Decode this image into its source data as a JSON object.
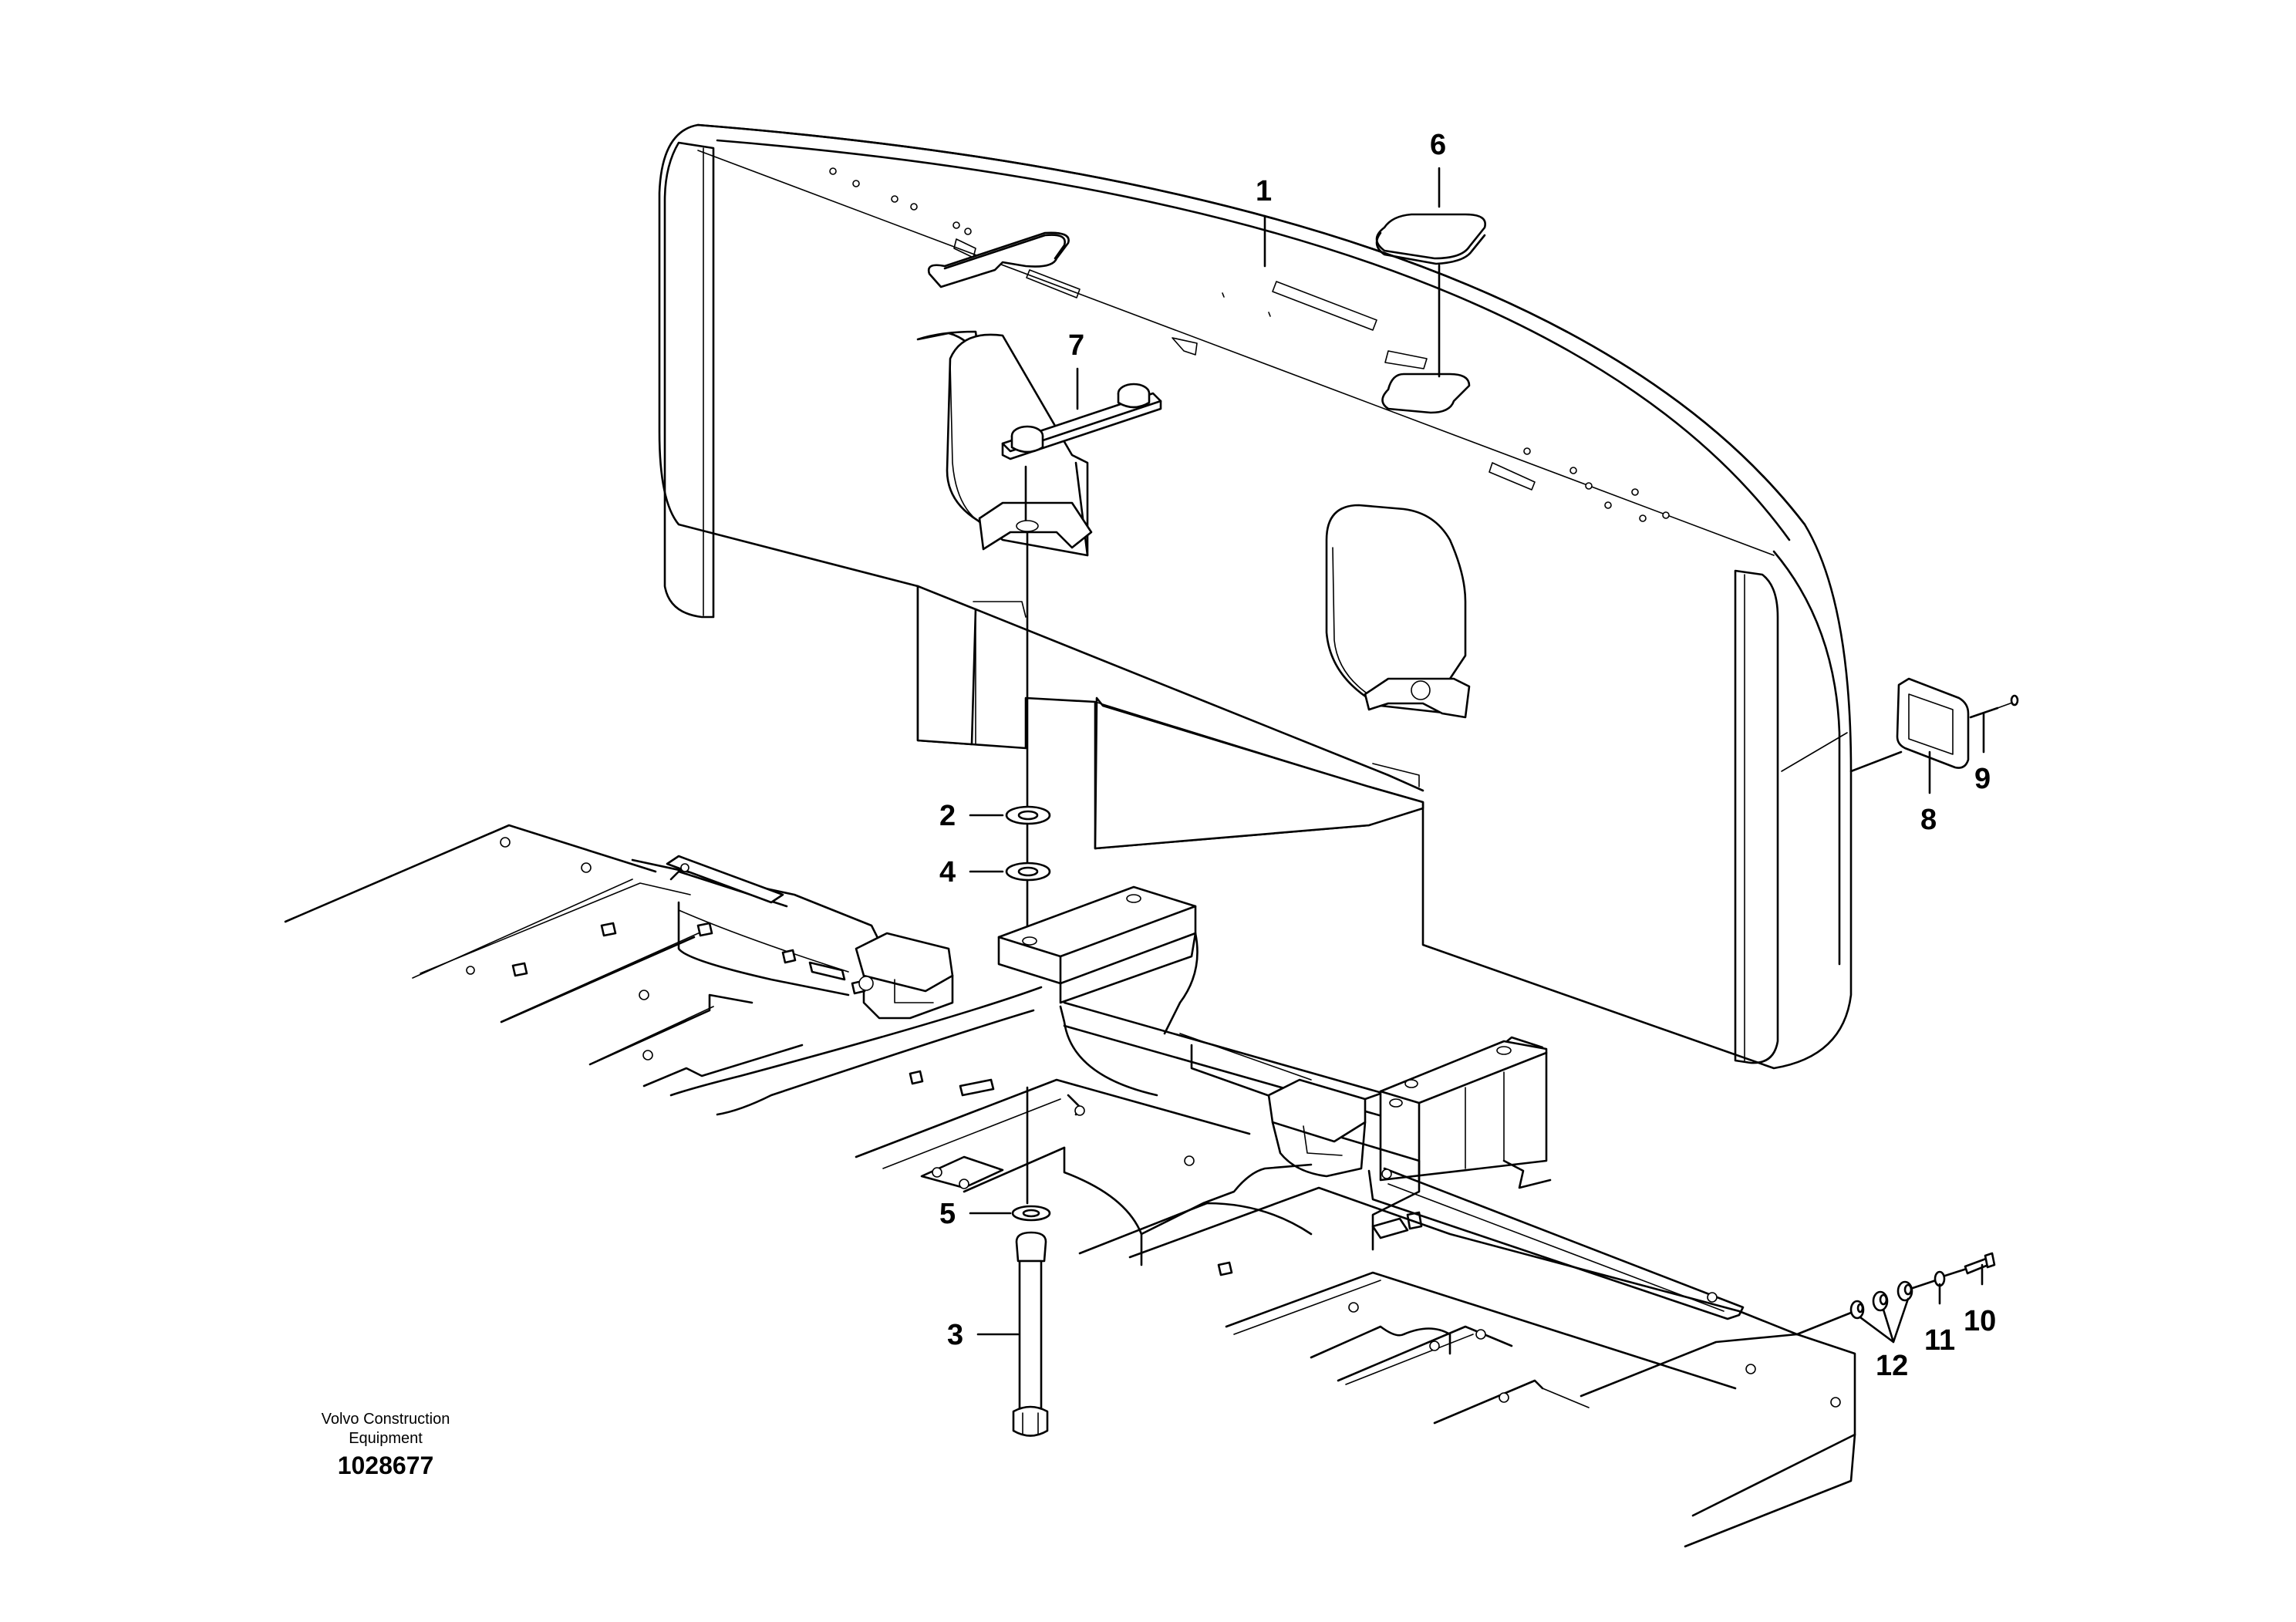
{
  "caption": {
    "brand_line1": "Volvo Construction",
    "brand_line2": "Equipment",
    "document_number": "1028677"
  },
  "callouts": [
    {
      "id": "1",
      "label": "1"
    },
    {
      "id": "2",
      "label": "2"
    },
    {
      "id": "3",
      "label": "3"
    },
    {
      "id": "4",
      "label": "4"
    },
    {
      "id": "5",
      "label": "5"
    },
    {
      "id": "6",
      "label": "6"
    },
    {
      "id": "7",
      "label": "7"
    },
    {
      "id": "8",
      "label": "8"
    },
    {
      "id": "9",
      "label": "9"
    },
    {
      "id": "10",
      "label": "10"
    },
    {
      "id": "11",
      "label": "11"
    },
    {
      "id": "12",
      "label": "12"
    }
  ],
  "colors": {
    "line": "#000000",
    "background": "#ffffff"
  }
}
